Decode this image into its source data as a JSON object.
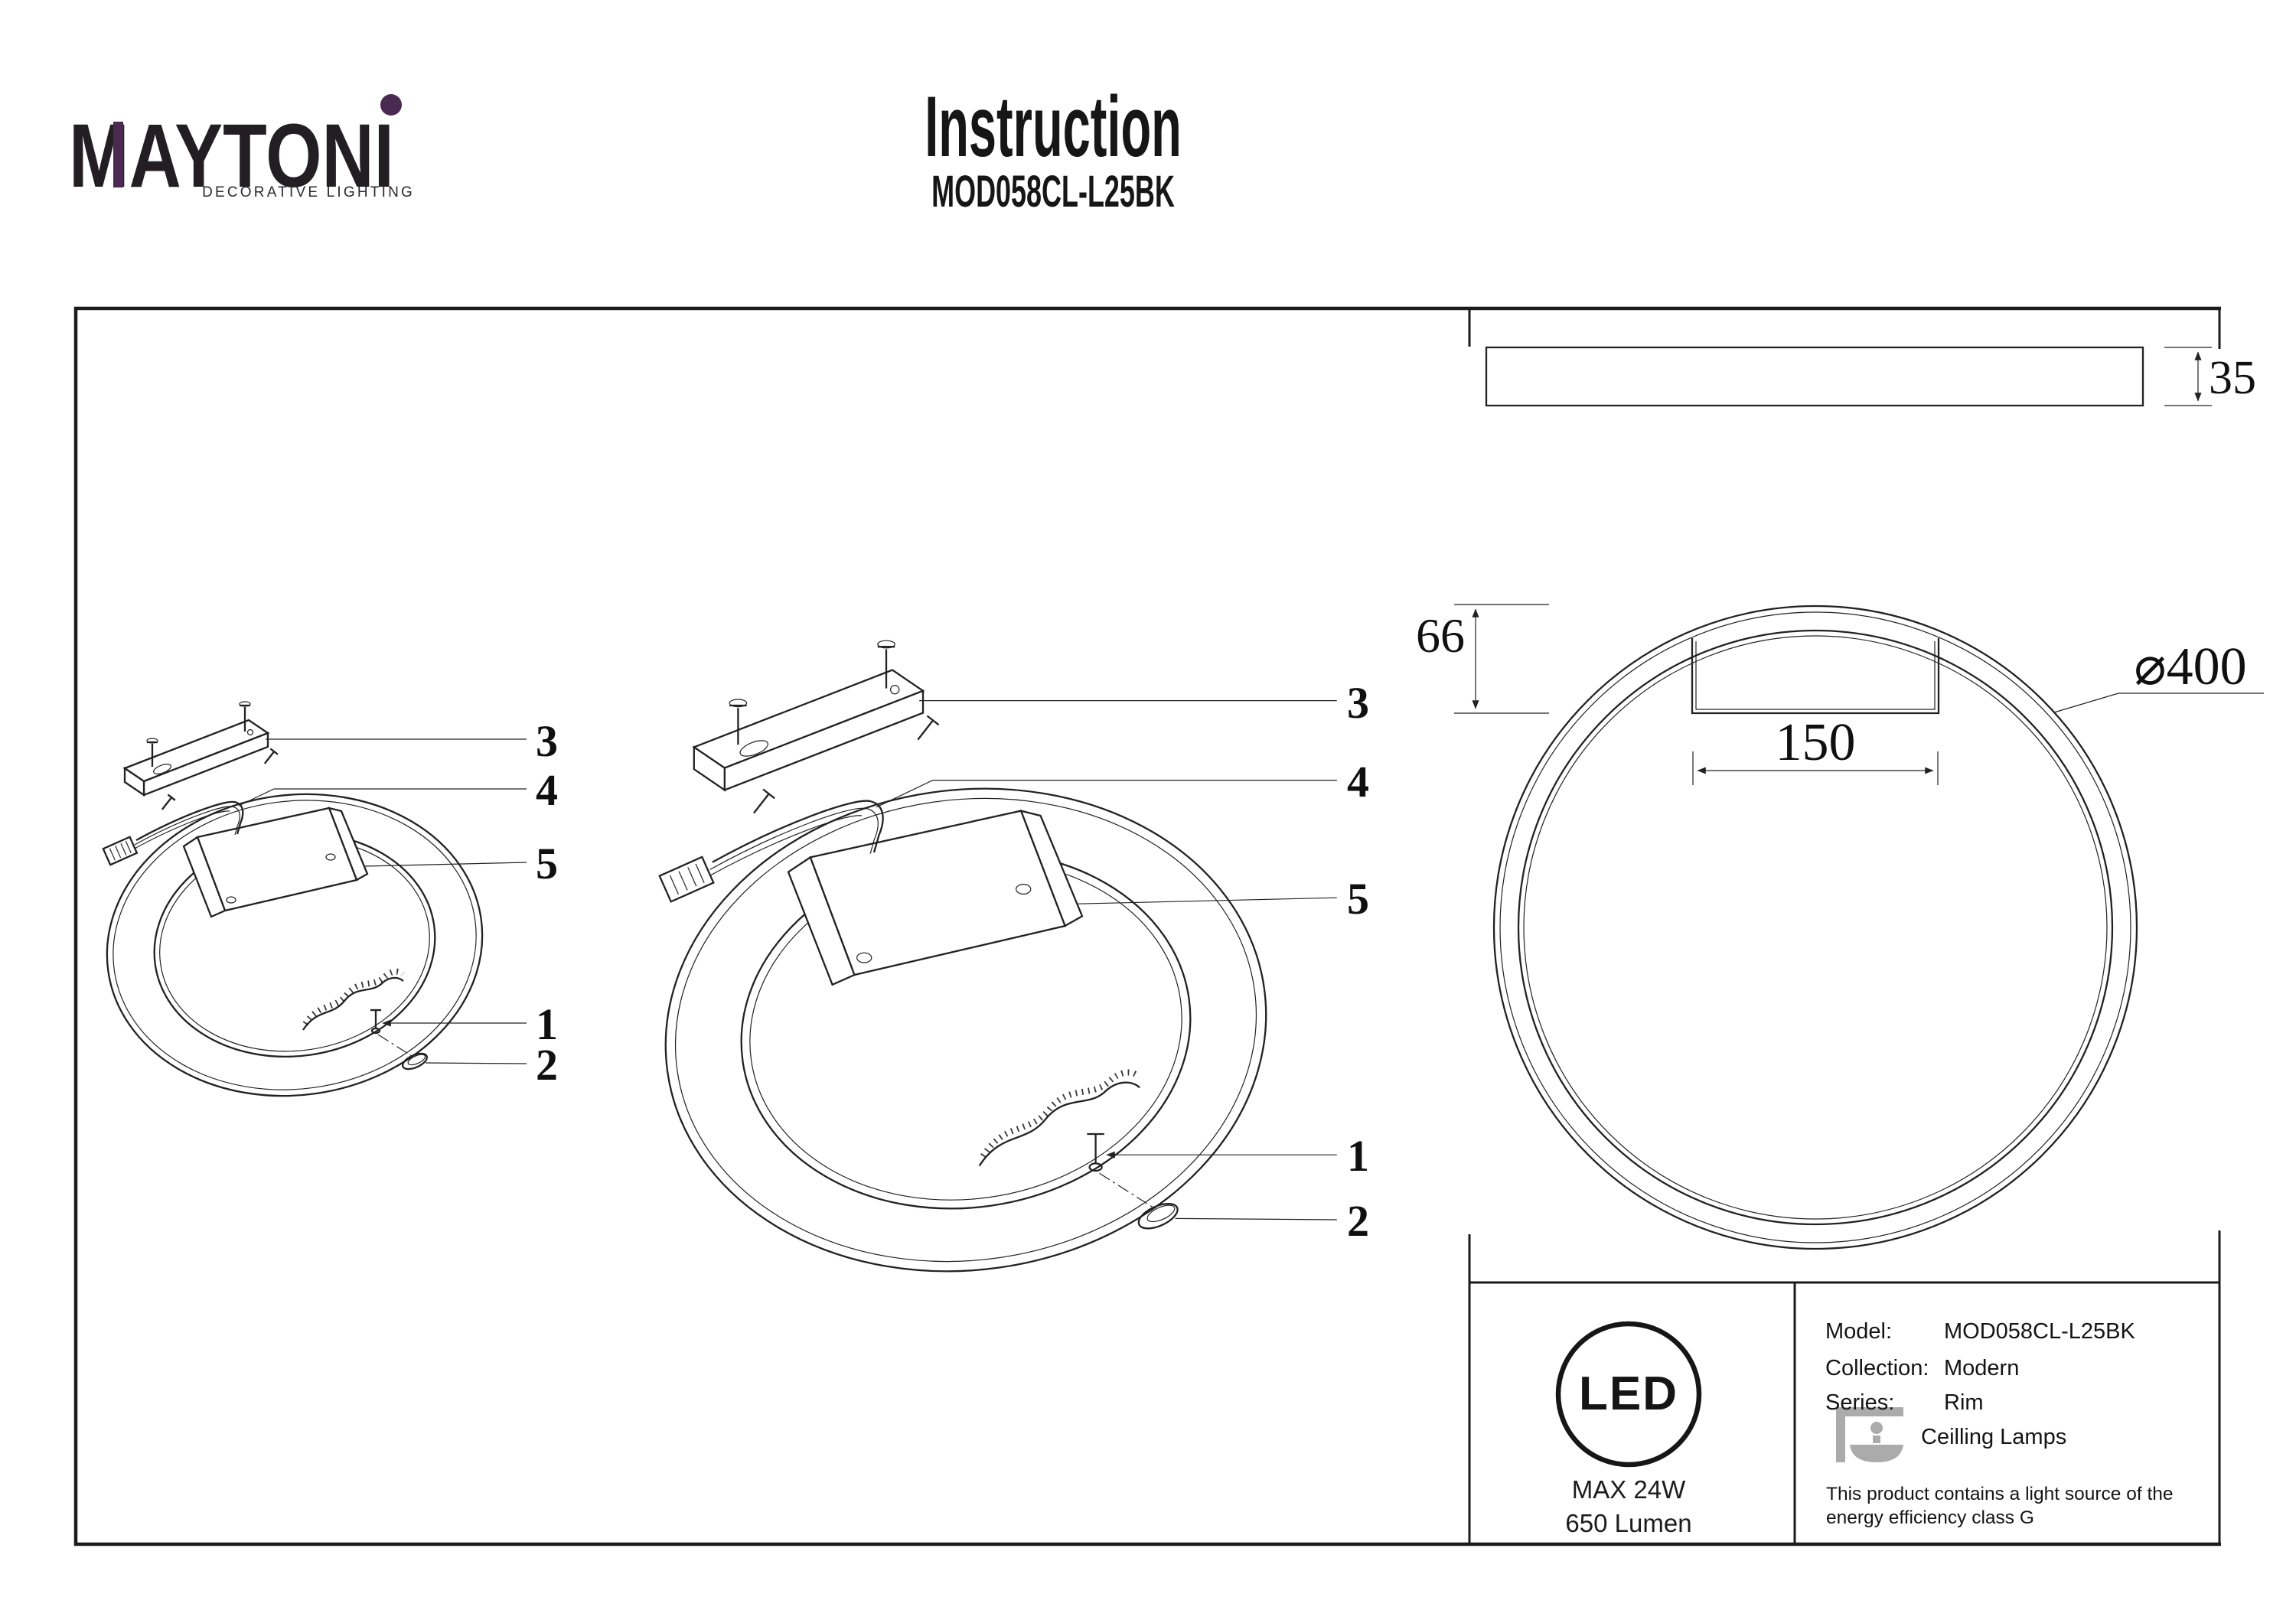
{
  "brand": {
    "name": "MAYTONI",
    "tagline": "DECORATIVE LIGHTING",
    "accent_purple": "#4b2a52"
  },
  "header": {
    "title": "Instruction",
    "model": "MOD058CL-L25BK"
  },
  "diagram": {
    "callouts": [
      "3",
      "4",
      "5",
      "1",
      "2"
    ],
    "dimensions": {
      "thickness": "35",
      "mount_depth": "66",
      "mount_width": "150",
      "diameter": "⌀400"
    }
  },
  "spec": {
    "led_badge": "LED",
    "max_power": "MAX 24W",
    "luminous_flux": "650 Lumen",
    "model_label": "Model:",
    "model_value": "MOD058CL-L25BK",
    "collection_label": "Collection:",
    "collection_value": "Modern",
    "series_label": "Series:",
    "series_value": "Rim",
    "category_value": "Ceilling Lamps",
    "note_line1": "This product contains a light source of the",
    "note_line2": "energy efficiency class G"
  },
  "colors": {
    "line": "#222222",
    "icon_gray": "#ababab"
  }
}
